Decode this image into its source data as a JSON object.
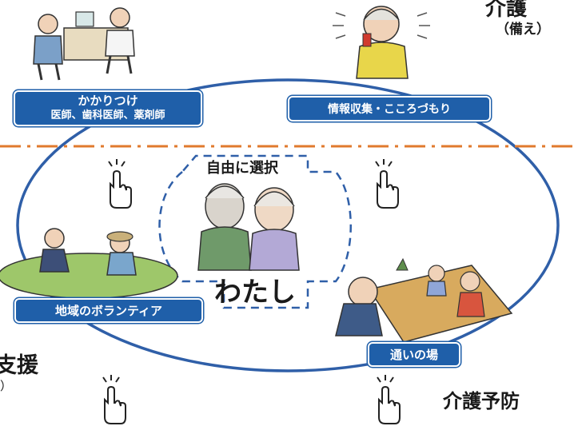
{
  "corner_top_right": {
    "heading": "介護",
    "sub": "（備え）"
  },
  "corner_left": {
    "heading": "支援",
    "sub": "）"
  },
  "prevention": "介護予防",
  "center": {
    "caption": "自由に選択",
    "title": "わたし"
  },
  "labels": {
    "family_doctor_line1": "かかりつけ",
    "family_doctor_line2": "医師、歯科医師、薬剤師",
    "info": "情報収集・こころづもり",
    "volunteer": "地域のボランティア",
    "gathering": "通いの場"
  },
  "colors": {
    "label_blue": "#1f5fa9",
    "divider_orange": "#e07a2e",
    "ellipse_blue": "#2f5fa8"
  },
  "icons": [
    "doctor-consultation-illustration",
    "elderly-woman-smartphone-illustration",
    "elderly-couple-illustration",
    "volunteer-gardening-illustration",
    "community-table-illustration",
    "pointing-hand-icon"
  ]
}
